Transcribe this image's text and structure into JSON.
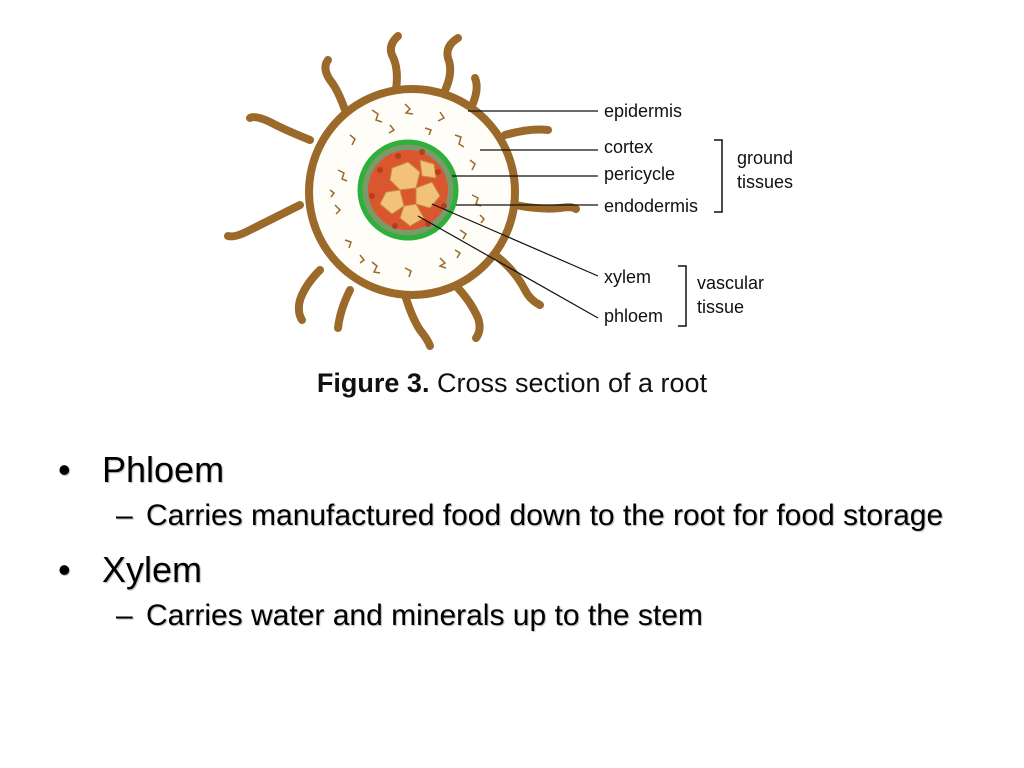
{
  "figure": {
    "labels": {
      "epidermis": "epidermis",
      "cortex": "cortex",
      "pericycle": "pericycle",
      "endodermis": "endodermis",
      "xylem": "xylem",
      "phloem": "phloem"
    },
    "groups": {
      "ground_line1": "ground",
      "ground_line2": "tissues",
      "vascular_line1": "vascular",
      "vascular_line2": "tissue"
    },
    "caption_number": "Figure 3.",
    "caption_text": " Cross section of a root",
    "colors": {
      "root_hair": "#9b6a2a",
      "stele_ring": "#2fb03a",
      "xylem": "#f2c27a",
      "phloem": "#d9562e"
    }
  },
  "bullets": [
    {
      "title": "Phloem",
      "detail": "Carries manufactured food down to the root for food storage"
    },
    {
      "title": "Xylem",
      "detail": "Carries water and minerals up to the stem"
    }
  ],
  "glyphs": {
    "bullet": "•",
    "dash": "–"
  }
}
